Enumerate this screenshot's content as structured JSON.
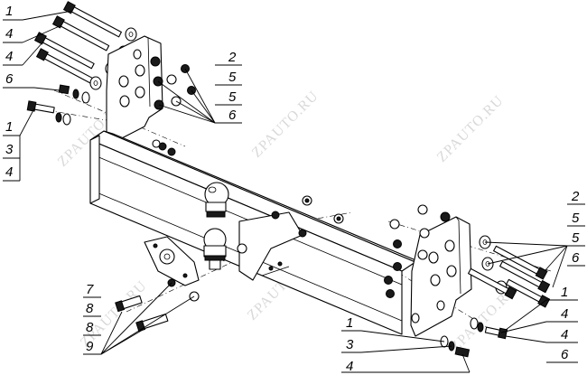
{
  "watermark": "ZPAUTO.RU",
  "callouts": {
    "top_left": [
      "1",
      "4",
      "4",
      "6"
    ],
    "mid_left": [
      "1",
      "3",
      "4"
    ],
    "top_right": [
      "2",
      "5",
      "5",
      "6"
    ],
    "right_upper": [
      "2",
      "5",
      "5",
      "6"
    ],
    "right_lower": [
      "1",
      "4",
      "4",
      "6"
    ],
    "bottom_left": [
      "7",
      "8",
      "8",
      "9"
    ],
    "bottom_center": [
      "1",
      "3",
      "4"
    ]
  }
}
